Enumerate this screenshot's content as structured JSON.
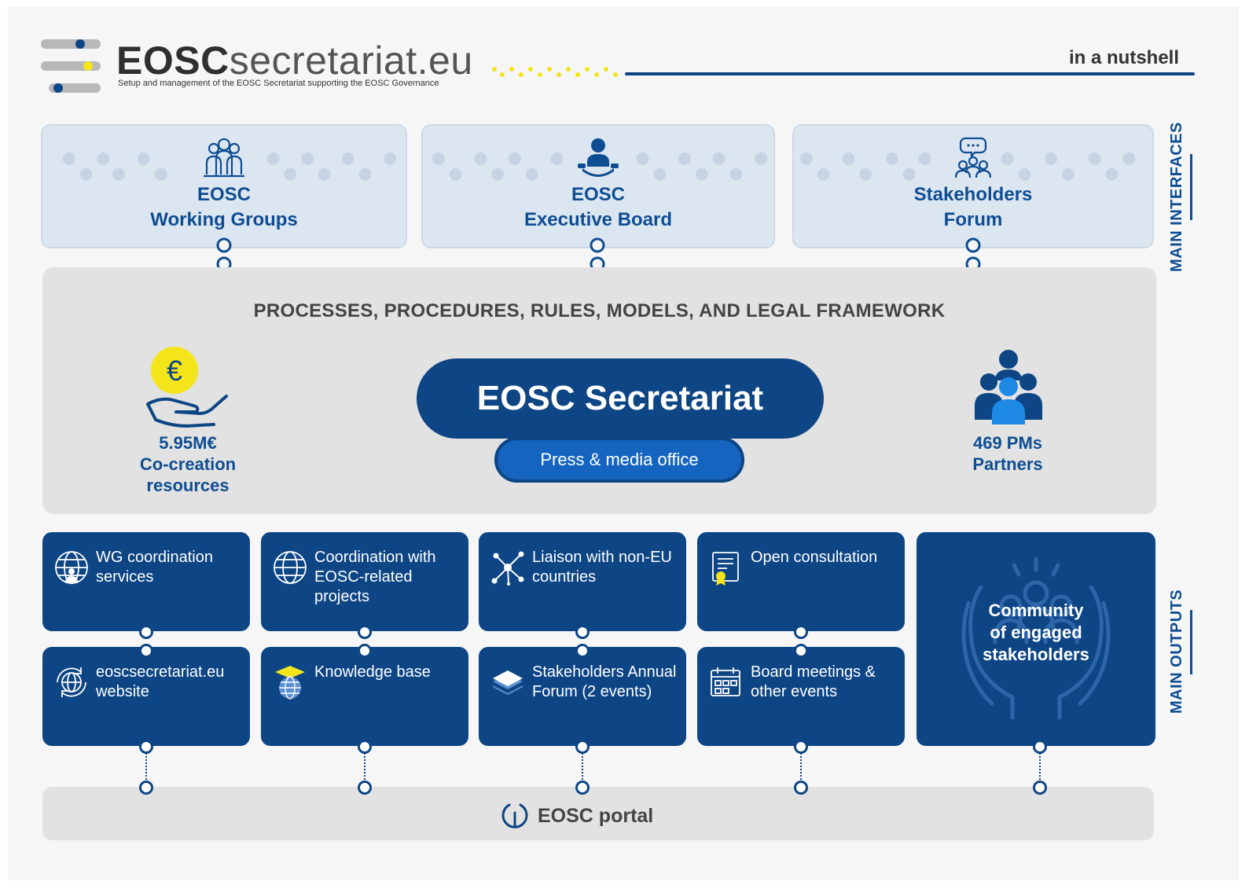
{
  "header": {
    "brand_bold": "EOSC",
    "brand_light": "secretariat.eu",
    "tagline": "Setup and management of the EOSC Secretariat supporting the EOSC Governance",
    "nutshell": "in a nutshell"
  },
  "interfaces": {
    "side_label": "MAIN INTERFACES",
    "items": [
      {
        "line1": "EOSC",
        "line2": "Working Groups",
        "icon": "working-groups-icon"
      },
      {
        "line1": "EOSC",
        "line2": "Executive Board",
        "icon": "executive-board-icon"
      },
      {
        "line1": "Stakeholders",
        "line2": "Forum",
        "icon": "stakeholders-forum-icon"
      }
    ]
  },
  "central": {
    "title": "PROCESSES, PROCEDURES, RULES, MODELS, AND LEGAL FRAMEWORK",
    "secretariat": "EOSC Secretariat",
    "press": "Press & media office",
    "left_stat": {
      "line1": "5.95M€",
      "line2": "Co-creation",
      "line3": "resources",
      "icon": "euro-hand-icon",
      "symbol": "€"
    },
    "right_stat": {
      "line1": "469 PMs",
      "line2": "Partners",
      "icon": "people-group-icon"
    }
  },
  "outputs": {
    "side_label": "MAIN OUTPUTS",
    "top_row": [
      {
        "text": "WG coordination services",
        "icon": "globe-people-icon"
      },
      {
        "text": "Coordination with EOSC-related projects",
        "icon": "globe-icon"
      },
      {
        "text": "Liaison with non-EU countries",
        "icon": "network-icon"
      },
      {
        "text": "Open consultation",
        "icon": "document-certificate-icon"
      }
    ],
    "bottom_row": [
      {
        "text": "eoscsecretariat.eu website",
        "icon": "web-refresh-icon"
      },
      {
        "text": "Knowledge base",
        "icon": "graduation-globe-icon"
      },
      {
        "text": "Stakeholders Annual Forum (2 events)",
        "icon": "layers-icon"
      },
      {
        "text": "Board meetings & other events",
        "icon": "calendar-icon"
      }
    ],
    "community": {
      "line1": "Community",
      "line2": "of engaged",
      "line3": "stakeholders",
      "icon": "hands-community-icon"
    }
  },
  "portal": {
    "label": "EOSC portal",
    "icon": "portal-icon"
  },
  "colors": {
    "navy": "#0d4585",
    "blue": "#1565c0",
    "yellow": "#f4e51b",
    "light_panel": "#dce6f1",
    "grey_panel": "#e2e2e2"
  }
}
